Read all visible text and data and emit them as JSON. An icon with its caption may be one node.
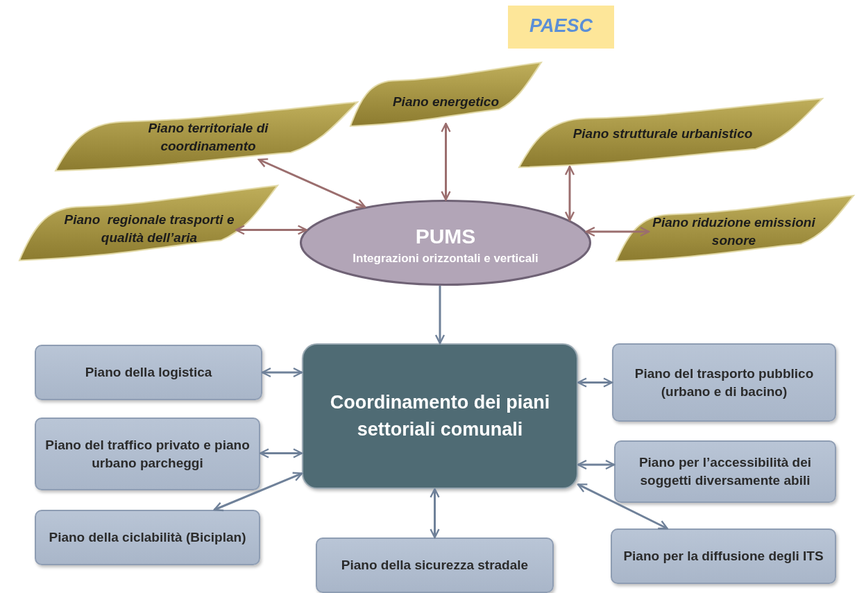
{
  "diagram": {
    "nodes": [
      {
        "text": [
          "PAESC"
        ]
      },
      {
        "text": [
          "Piano territoriale di coordinamento"
        ]
      },
      {
        "text": [
          "Piano energetico"
        ]
      },
      {
        "text": [
          "Piano strutturale urbanistico"
        ]
      },
      {
        "text": [
          "Piano  regionale trasporti e qualità dell’aria"
        ]
      },
      {
        "text": [
          "PUMS",
          "Integrazioni orizzontali e verticali"
        ]
      },
      {
        "text": [
          "Piano riduzione emissioni sonore"
        ]
      },
      {
        "text": [
          "Coordinamento dei piani settoriali comunali"
        ]
      },
      {
        "text": [
          "Piano della logistica"
        ]
      },
      {
        "text": [
          "Piano del trasporto pubblico (urbano e di bacino)"
        ]
      },
      {
        "text": [
          "Piano del traffico privato e piano urbano parcheggi"
        ]
      },
      {
        "text": [
          "Piano per l’accessibilità dei soggetti diversamente abili"
        ]
      },
      {
        "text": [
          "Piano della ciclabilità (Biciplan)"
        ]
      },
      {
        "text": [
          "Piano della sicurezza stradale"
        ]
      },
      {
        "text": [
          "Piano per la diffusione degli ITS"
        ]
      }
    ],
    "edges": [
      {
        "from": 1,
        "to": 5,
        "arrow": "both",
        "color": "#9b6e6e"
      },
      {
        "from": 2,
        "to": 5,
        "arrow": "both",
        "color": "#9b6e6e"
      },
      {
        "from": 3,
        "to": 5,
        "arrow": "both",
        "color": "#9b6e6e"
      },
      {
        "from": 4,
        "to": 5,
        "arrow": "both",
        "color": "#9b6e6e"
      },
      {
        "from": 5,
        "to": 6,
        "arrow": "both",
        "color": "#9b6e6e"
      },
      {
        "from": 5,
        "to": 7,
        "arrow": "to"
      },
      {
        "from": 8,
        "to": 7,
        "arrow": "both"
      },
      {
        "from": 9,
        "to": 7,
        "arrow": "both"
      },
      {
        "from": 10,
        "to": 7,
        "arrow": "both"
      },
      {
        "from": 11,
        "to": 7,
        "arrow": "both"
      },
      {
        "from": 12,
        "to": 7,
        "arrow": "both"
      },
      {
        "from": 13,
        "to": 7,
        "arrow": "both"
      },
      {
        "from": 14,
        "to": 7,
        "arrow": "both"
      }
    ]
  }
}
